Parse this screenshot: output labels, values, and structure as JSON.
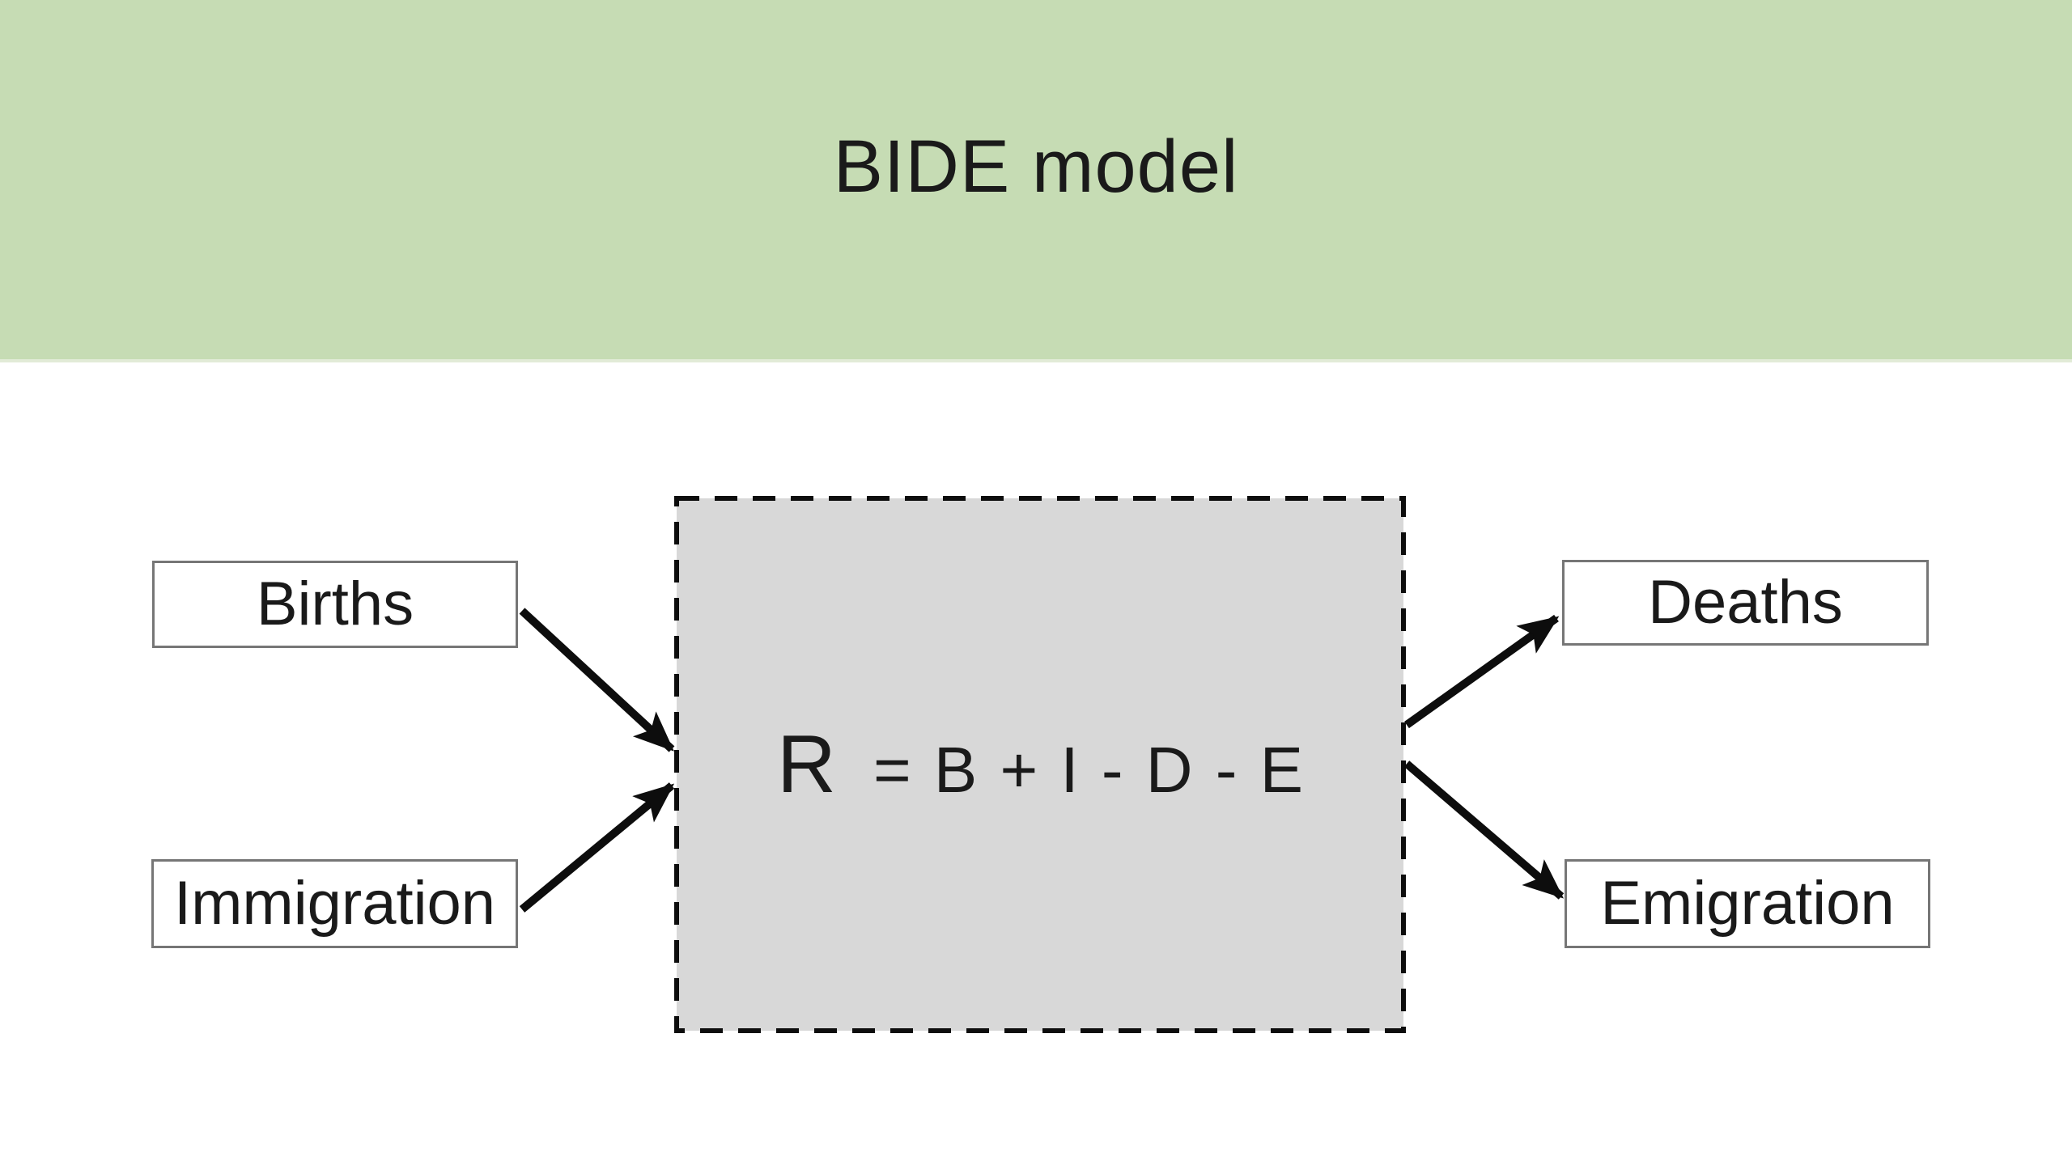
{
  "title": "BIDE model",
  "model": {
    "lhs": "R",
    "rhs": "= B + I - D - E"
  },
  "nodes": {
    "births": "Births",
    "immigration": "Immigration",
    "deaths": "Deaths",
    "emigration": "Emigration"
  },
  "relations": [
    {
      "from": "births",
      "to": "model",
      "direction": "in"
    },
    {
      "from": "immigration",
      "to": "model",
      "direction": "in"
    },
    {
      "from": "model",
      "to": "deaths",
      "direction": "out"
    },
    {
      "from": "model",
      "to": "emigration",
      "direction": "out"
    }
  ],
  "colors": {
    "header_bg": "#c6dcb4",
    "header_edge": "#e2ebd7",
    "page_bg": "#ffffff",
    "box_fill": "#d8d8d8",
    "node_border": "#767676",
    "ink": "#1a1a1a",
    "line_ink": "#0d0d0d"
  }
}
